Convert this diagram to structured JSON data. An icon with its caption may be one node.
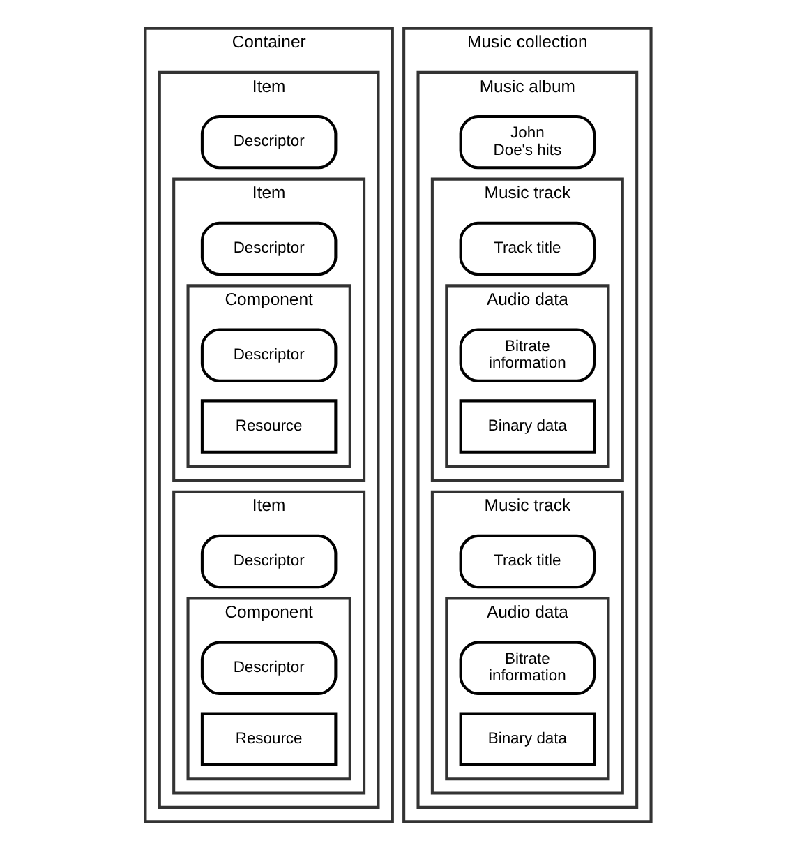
{
  "diagram": {
    "nodes": [
      {
        "text": [
          "Container"
        ]
      },
      {
        "text": [
          "Item"
        ],
        "in": 0
      },
      {
        "text": [
          "Descriptor"
        ],
        "in": 1
      },
      {
        "text": [
          "Item"
        ],
        "in": 1
      },
      {
        "text": [
          "Descriptor"
        ],
        "in": 3
      },
      {
        "text": [
          "Component"
        ],
        "in": 3
      },
      {
        "text": [
          "Descriptor"
        ],
        "in": 5
      },
      {
        "text": [
          "Resource"
        ],
        "in": 5
      },
      {
        "text": [
          "Item"
        ],
        "in": 1
      },
      {
        "text": [
          "Descriptor"
        ],
        "in": 8
      },
      {
        "text": [
          "Component"
        ],
        "in": 8
      },
      {
        "text": [
          "Descriptor"
        ],
        "in": 10
      },
      {
        "text": [
          "Resource"
        ],
        "in": 10
      },
      {
        "text": [
          "Music collection"
        ]
      },
      {
        "text": [
          "Music album"
        ],
        "in": 13
      },
      {
        "text": [
          "John Doe's hits"
        ],
        "in": 14
      },
      {
        "text": [
          "Music track"
        ],
        "in": 14
      },
      {
        "text": [
          "Track title"
        ],
        "in": 16
      },
      {
        "text": [
          "Audio data"
        ],
        "in": 16
      },
      {
        "text": [
          "Bitrate information"
        ],
        "in": 18
      },
      {
        "text": [
          "Binary data"
        ],
        "in": 18
      },
      {
        "text": [
          "Music track"
        ],
        "in": 14
      },
      {
        "text": [
          "Track title"
        ],
        "in": 21
      },
      {
        "text": [
          "Audio data"
        ],
        "in": 21
      },
      {
        "text": [
          "Bitrate information"
        ],
        "in": 23
      },
      {
        "text": [
          "Binary data"
        ],
        "in": 23
      }
    ]
  }
}
